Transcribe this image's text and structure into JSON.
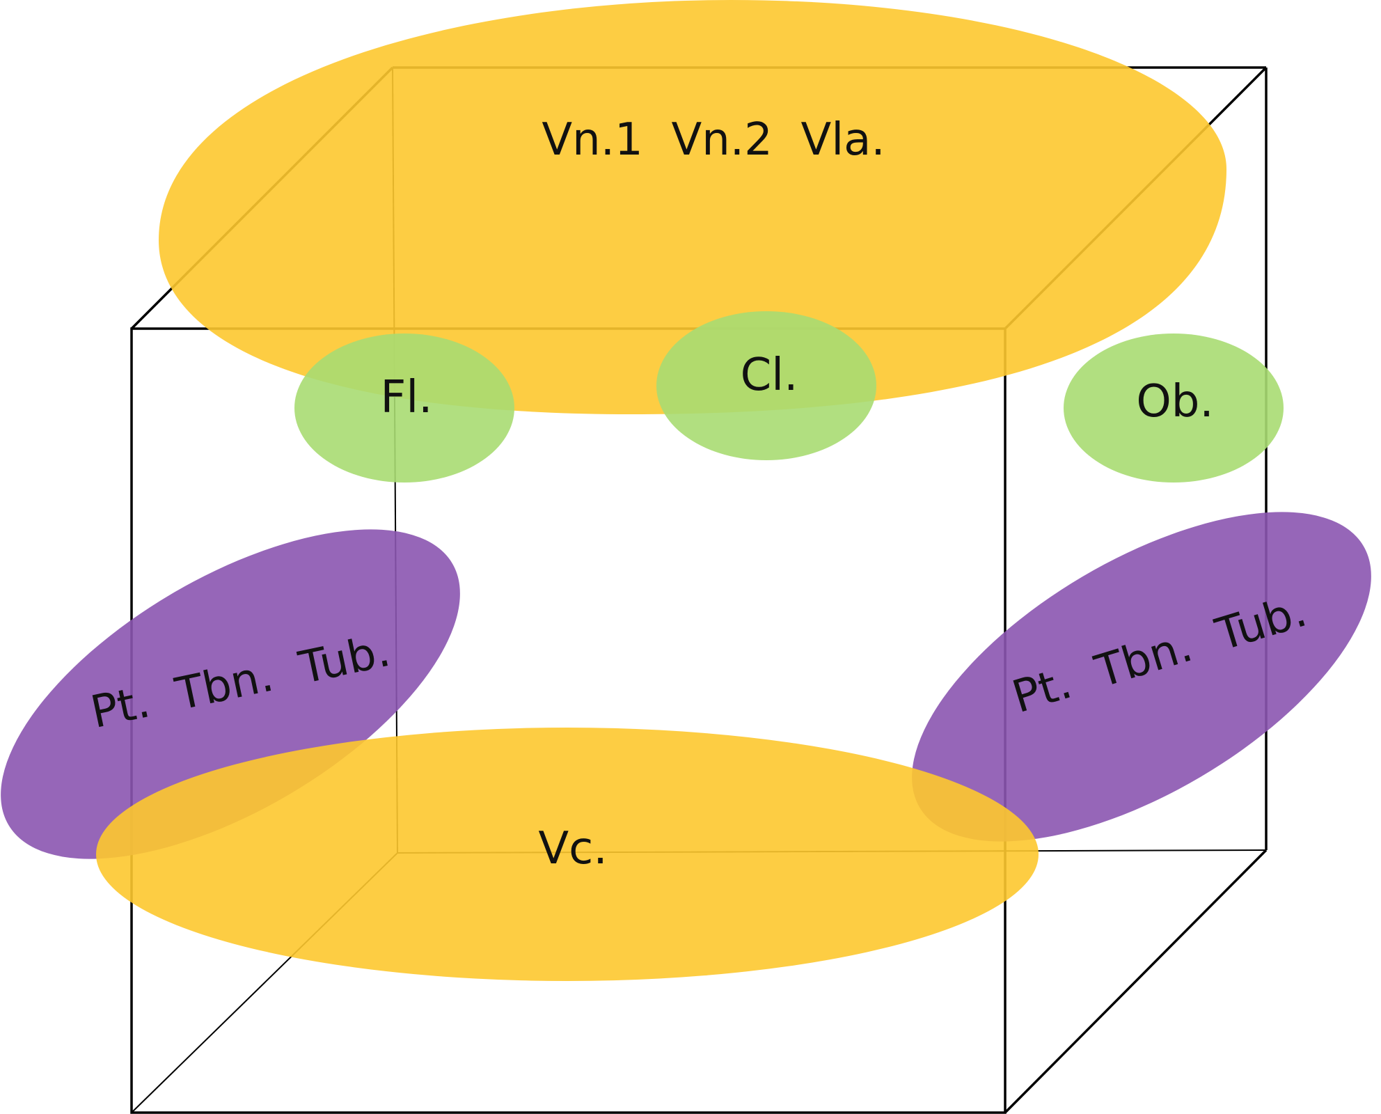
{
  "diagram": {
    "colors": {
      "strings": "#FDC82F",
      "woodwinds": "#A8DB72",
      "percussion_brass": "#8B55B0",
      "edges": "#000000",
      "background": "#FFFFFF"
    },
    "labels": {
      "strings_high": "Vn.1  Vn.2  Vla.",
      "flute": "Fl.",
      "clarinet": "Cl.",
      "oboe": "Ob.",
      "group_left": "Pt.  Tbn.  Tub.",
      "group_right": "Pt.  Tbn.  Tub.",
      "cello": "Vc."
    }
  }
}
